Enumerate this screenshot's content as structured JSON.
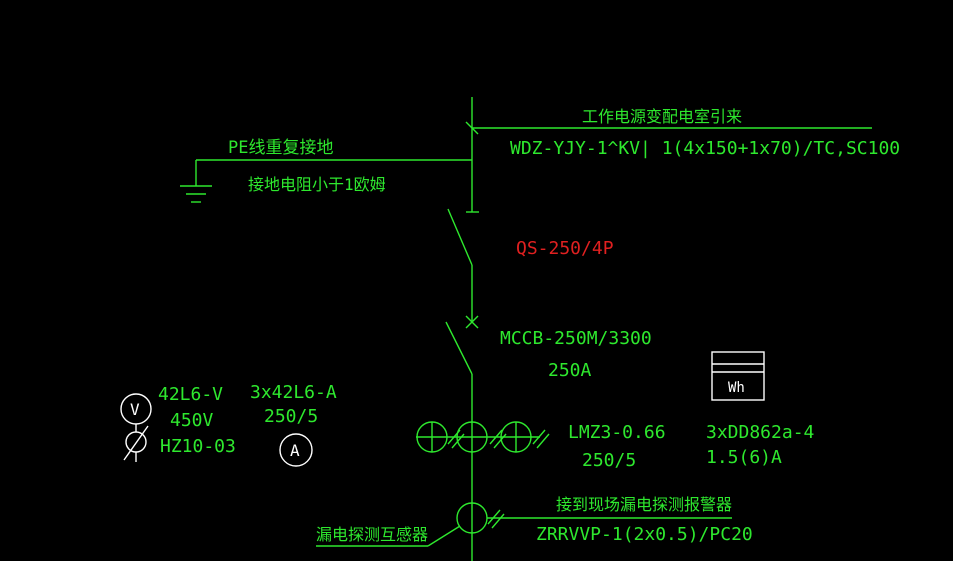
{
  "colors": {
    "background": "#000000",
    "line": "#2ee82e",
    "label_red": "#e02020",
    "symbol_white": "#ffffff"
  },
  "labels": {
    "source_note": "工作电源变配电室引来",
    "incoming_cable": "WDZ-YJY-1^KV| 1(4x150+1x70)/TC,SC100",
    "pe_note": "PE线重复接地",
    "ground_resistance": "接地电阻小于1欧姆",
    "isolator": "QS-250/4P",
    "breaker_model": "MCCB-250M/3300",
    "breaker_rating": "250A",
    "ct_model": "LMZ3-0.66",
    "ct_ratio": "250/5",
    "meter_model": "3xDD862a-4",
    "meter_rating": "1.5(6)A",
    "voltmeter_model": "42L6-V",
    "voltmeter_range": "450V",
    "voltmeter_switch": "HZ10-03",
    "ammeter_model": "3x42L6-A",
    "ammeter_ratio": "250/5",
    "leak_detector_note": "接到现场漏电探测报警器",
    "leak_cable": "ZRRVVP-1(2x0.5)/PC20",
    "leak_transformer": "漏电探测互感器"
  },
  "symbols": {
    "voltmeter": "V",
    "ammeter": "A",
    "energy_meter": "Wh"
  },
  "icons": {
    "ground": "ground-icon",
    "isolator": "isolator-switch-icon",
    "breaker": "circuit-breaker-icon",
    "current_transformer": "current-transformer-icon",
    "voltmeter": "voltmeter-icon",
    "ammeter": "ammeter-icon",
    "energy_meter": "energy-meter-icon",
    "leak_ct": "leakage-ct-icon"
  }
}
